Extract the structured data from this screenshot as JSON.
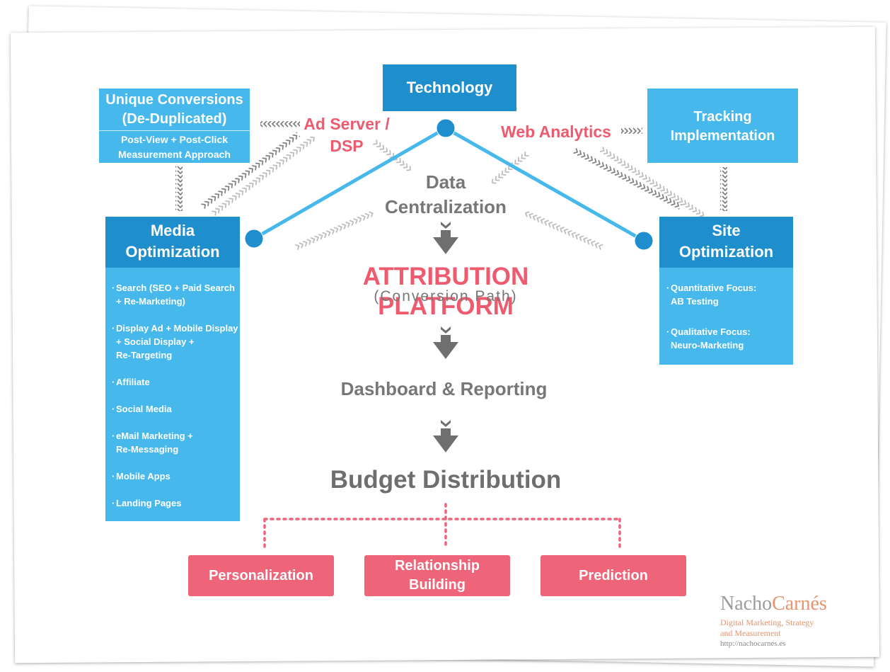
{
  "technology": "Technology",
  "unique_conversions": {
    "title_line1": "Unique Conversions",
    "title_line2": "(De-Duplicated)",
    "sub_line1": "Post-View + Post-Click",
    "sub_line2": "Measurement Approach"
  },
  "tracking": {
    "line1": "Tracking",
    "line2": "Implementation"
  },
  "ad_server": {
    "line1": "Ad Server /",
    "line2": "DSP"
  },
  "web_analytics": "Web Analytics",
  "data_centralization": {
    "line1": "Data",
    "line2": "Centralization"
  },
  "media_optimization": {
    "line1": "Media",
    "line2": "Optimization",
    "items": [
      {
        "line1": "Search (SEO + Paid Search",
        "line2": "+ Re-Marketing)",
        "line3": ""
      },
      {
        "line1": "Display Ad + Mobile  Display",
        "line2": "+ Social Display +",
        "line3": "Re-Targeting"
      },
      {
        "line1": "Affiliate",
        "line2": "",
        "line3": ""
      },
      {
        "line1": "Social Media",
        "line2": "",
        "line3": ""
      },
      {
        "line1": "eMail Marketing +",
        "line2": "Re-Messaging",
        "line3": ""
      },
      {
        "line1": "Mobile Apps",
        "line2": "",
        "line3": ""
      },
      {
        "line1": "Landing Pages",
        "line2": "",
        "line3": ""
      }
    ]
  },
  "site_optimization": {
    "line1": "Site",
    "line2": "Optimization",
    "items": [
      {
        "line1": "Quantitative Focus:",
        "line2": "AB Testing"
      },
      {
        "line1": "Qualitative  Focus:",
        "line2": "Neuro-Marketing"
      }
    ]
  },
  "attribution": {
    "title": "ATTRIBUTION PLATFORM",
    "subtitle": "(Conversion Path)"
  },
  "dashboard": "Dashboard & Reporting",
  "budget": "Budget Distribution",
  "outcomes": {
    "personalization": "Personalization",
    "relationship_line1": "Relationship",
    "relationship_line2": "Building",
    "prediction": "Prediction"
  },
  "logo": {
    "name_first": "Nacho",
    "name_last": "Carnés",
    "tagline_line1": "Digital Marketing, Strategy",
    "tagline_line2": "and Measurement",
    "url": "http://nachocarnes.es"
  },
  "colors": {
    "dark_blue": "#1e8fcc",
    "light_blue": "#47b8ec",
    "pink": "#ee6478",
    "grey_text": "#777777"
  }
}
